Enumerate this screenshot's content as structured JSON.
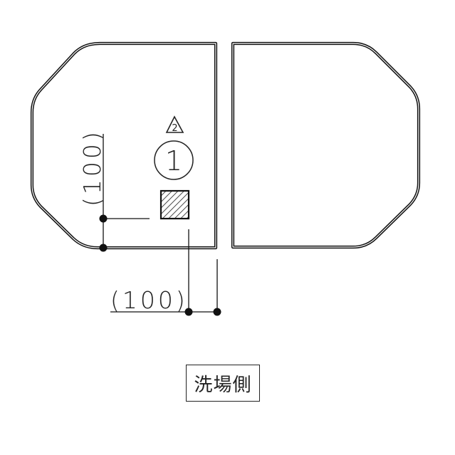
{
  "diagram": {
    "panels": [
      {
        "name": "left-lid-panel"
      },
      {
        "name": "right-lid-panel"
      }
    ],
    "marks": {
      "revision_triangle": "2",
      "item_circle": "1"
    },
    "dimensions": {
      "vertical_label": "(100)",
      "horizontal_label": "(100)"
    },
    "side_label": "洗場側"
  },
  "colors": {
    "line": "#111111",
    "background": "#ffffff"
  }
}
